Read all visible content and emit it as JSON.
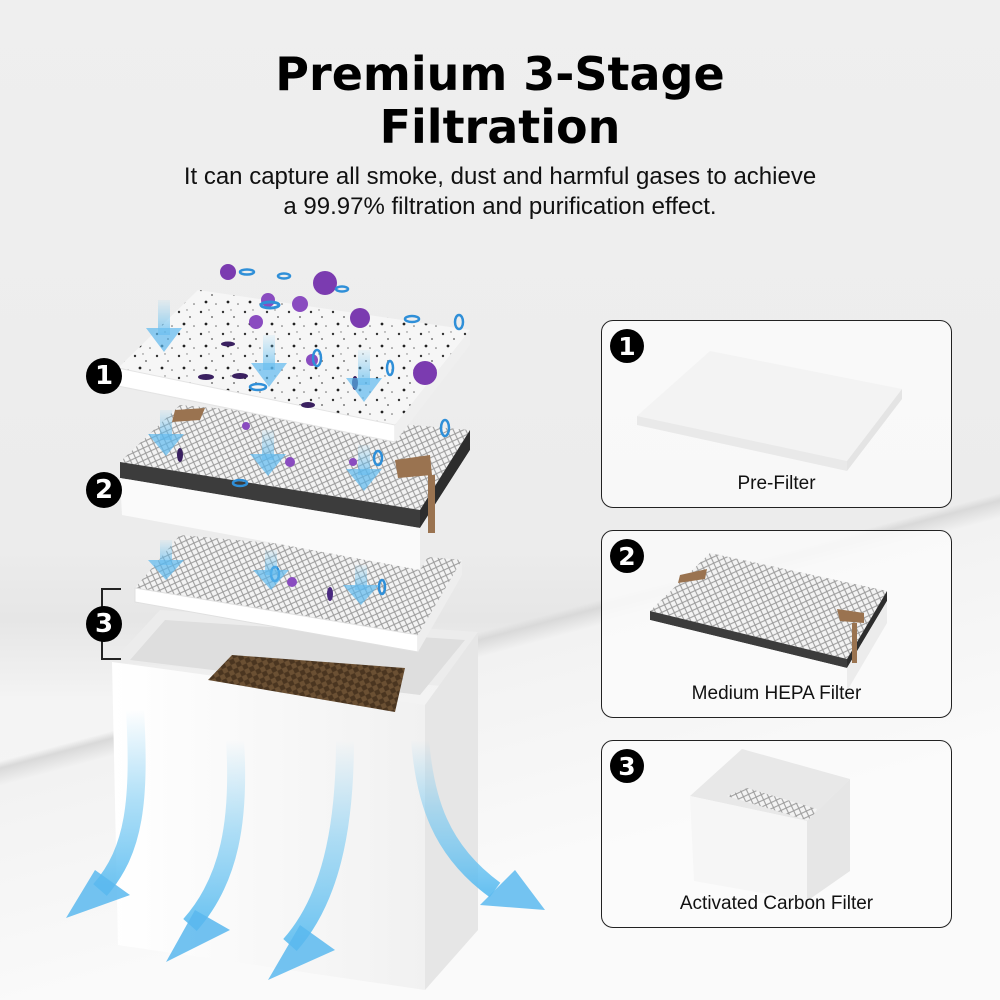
{
  "header": {
    "title_line1": "Premium 3-Stage",
    "title_line2": "Filtration",
    "subtitle_line1": "It can capture all smoke, dust and harmful gases to achieve",
    "subtitle_line2": "a 99.97% filtration and purification effect."
  },
  "exploded_view": {
    "markers": [
      {
        "number": "1"
      },
      {
        "number": "2"
      },
      {
        "number": "3"
      }
    ]
  },
  "stages": [
    {
      "number": "1",
      "label": "Pre-Filter"
    },
    {
      "number": "2",
      "label": "Medium HEPA Filter"
    },
    {
      "number": "3",
      "label": "Activated Carbon Filter"
    }
  ],
  "colors": {
    "airflow": "#6ec6f2",
    "particle_purple": "#7b3bb0",
    "particle_blue": "#2f8fd8",
    "tape_brown": "#9a7350",
    "hepa_band": "#3c3c3c",
    "carbon": "#5a432c"
  }
}
